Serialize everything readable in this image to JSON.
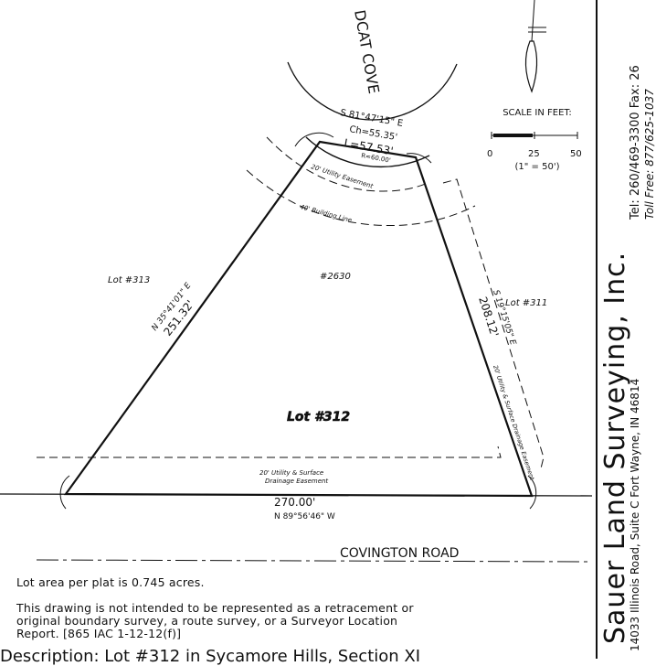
{
  "street_top": "DCAT COVE",
  "street_bottom": "COVINGTON ROAD",
  "curve": {
    "bearing": "S 81°47'15\" E",
    "chord": "Ch=55.35'",
    "length": "L=57.53'",
    "radius": "R=60.00'"
  },
  "lines": {
    "west": {
      "bearing": "N 35°41'01\" E",
      "distance": "251.32'"
    },
    "east": {
      "bearing": "S 19°15'05\" E",
      "distance": "208.12'"
    },
    "south": {
      "bearing": "N 89°56'46\" W",
      "distance": "270.00'"
    }
  },
  "easements": {
    "front_utility": "20' Utility Easement",
    "building_line": "40' Building Line",
    "east_easement": "20' Utility & Surface Drainage Easement",
    "south_line1": "20' Utility & Surface",
    "south_line2": "Drainage Easement"
  },
  "lots": {
    "west": "Lot #313",
    "east": "Lot #311",
    "subject": "Lot #312",
    "address": "#2630"
  },
  "scale": {
    "title": "SCALE IN FEET:",
    "ticks": [
      "0",
      "25",
      "50"
    ],
    "ratio": "(1\" = 50')"
  },
  "notes": {
    "area": "Lot area per plat is 0.745 acres.",
    "disclaimer": "This drawing is not intended to be represented as a retracement or\noriginal boundary survey, a route survey, or a Surveyor Location\nReport. [865 IAC 1-12-12(f)]"
  },
  "description": "Description:    Lot #312 in Sycamore Hills, Section XI",
  "company": {
    "name": "Sauer Land Surveying, Inc.",
    "address": "14033 Illinois Road, Suite C Fort Wayne, IN 46814",
    "phone": "Tel: 260/469-3300 Fax: 26",
    "tollfree": "Toll Free: 877/625-1037"
  }
}
